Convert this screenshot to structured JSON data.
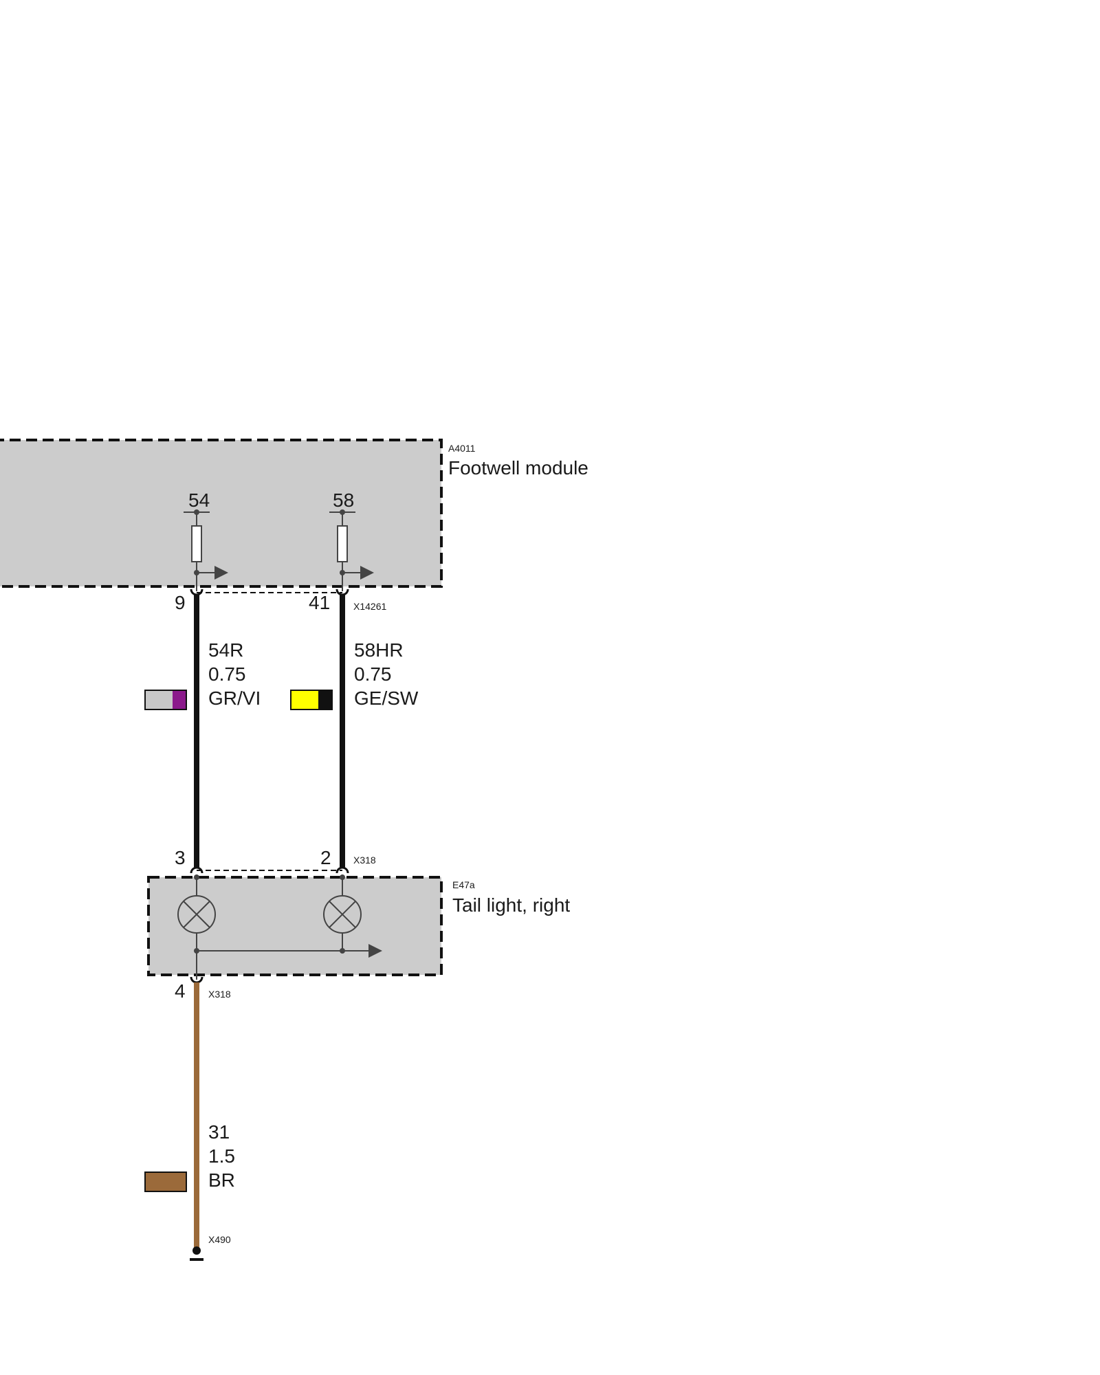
{
  "colors": {
    "module_fill": "#cccccc",
    "wire_black": "#111111",
    "wire_brown": "#9b6a3a",
    "swatch_grey": "#c8c8c8",
    "swatch_violet": "#8b1a8b",
    "swatch_yellow": "#ffff00",
    "swatch_black": "#111111",
    "swatch_brown": "#9b6a3a"
  },
  "modules": {
    "footwell": {
      "code": "A4011",
      "name": "Footwell module",
      "pins": [
        {
          "label": "54",
          "icon": "resistor-icon"
        },
        {
          "label": "58",
          "icon": "resistor-icon"
        }
      ]
    },
    "taillight": {
      "code": "E47a",
      "name": "Tail light, right",
      "lamps": [
        "lamp-icon",
        "lamp-icon"
      ]
    }
  },
  "connectors": {
    "x14261": {
      "code": "X14261",
      "pins": [
        "9",
        "41"
      ]
    },
    "x318_top": {
      "code": "X318",
      "pins": [
        "3",
        "2"
      ]
    },
    "x318_bottom": {
      "code": "X318",
      "pin": "4"
    },
    "x490": {
      "code": "X490",
      "icon": "ground-icon"
    }
  },
  "wires": [
    {
      "signal": "54R",
      "size": "0.75",
      "color": "GR/VI"
    },
    {
      "signal": "58HR",
      "size": "0.75",
      "color": "GE/SW"
    },
    {
      "signal": "31",
      "size": "1.5",
      "color": "BR"
    }
  ]
}
